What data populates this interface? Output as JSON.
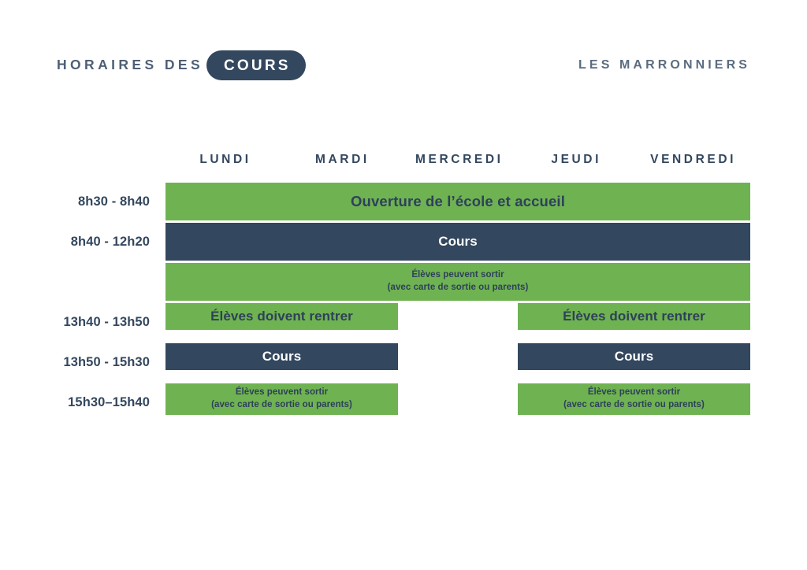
{
  "header": {
    "brand_prefix": "HORAIRES DES",
    "brand_pill": "COURS",
    "school_name": "LES MARRONNIERS"
  },
  "colors": {
    "green": "#6FB252",
    "navy": "#33475E",
    "text_on_green": "#2d4159",
    "text_on_navy": "#ffffff",
    "background": "#ffffff"
  },
  "schedule": {
    "days": [
      "LUNDI",
      "MARDI",
      "MERCREDI",
      "JEUDI",
      "VENDREDI"
    ],
    "times": [
      "8h30 - 8h40",
      "8h40 - 12h20",
      "",
      "13h40 - 13h50",
      "13h50 - 15h30",
      "15h30–15h40"
    ],
    "rows": [
      {
        "time": "8h30 - 8h40",
        "blocks": [
          {
            "label": "Ouverture de l’école et accueil",
            "style": "green",
            "span": "all",
            "size": "lg"
          }
        ]
      },
      {
        "time": "8h40 - 12h20",
        "blocks": [
          {
            "label": "Cours",
            "style": "navy",
            "span": "all",
            "size": "md"
          }
        ]
      },
      {
        "time": "",
        "blocks": [
          {
            "label": "Élèves peuvent sortir",
            "label2": "(avec carte de sortie ou parents)",
            "style": "green",
            "span": "all",
            "size": "sm"
          }
        ]
      },
      {
        "time": "13h40 - 13h50",
        "blocks": [
          {
            "label": "Élèves doivent rentrer",
            "style": "green",
            "span": "lun-mar",
            "size": "md"
          },
          {
            "label": "Élèves doivent rentrer",
            "style": "green",
            "span": "jeu-ven",
            "size": "md"
          }
        ]
      },
      {
        "time": "13h50 - 15h30",
        "blocks": [
          {
            "label": "Cours",
            "style": "navy",
            "span": "lun-mar",
            "size": "md"
          },
          {
            "label": "Cours",
            "style": "navy",
            "span": "jeu-ven",
            "size": "md"
          }
        ]
      },
      {
        "time": "15h30–15h40",
        "blocks": [
          {
            "label": "Élèves peuvent sortir",
            "label2": "(avec carte de sortie ou parents)",
            "style": "green",
            "span": "lun-mar",
            "size": "sm"
          },
          {
            "label": "Élèves peuvent sortir",
            "label2": "(avec carte de sortie ou parents)",
            "style": "green",
            "span": "jeu-ven",
            "size": "sm"
          }
        ]
      }
    ]
  }
}
